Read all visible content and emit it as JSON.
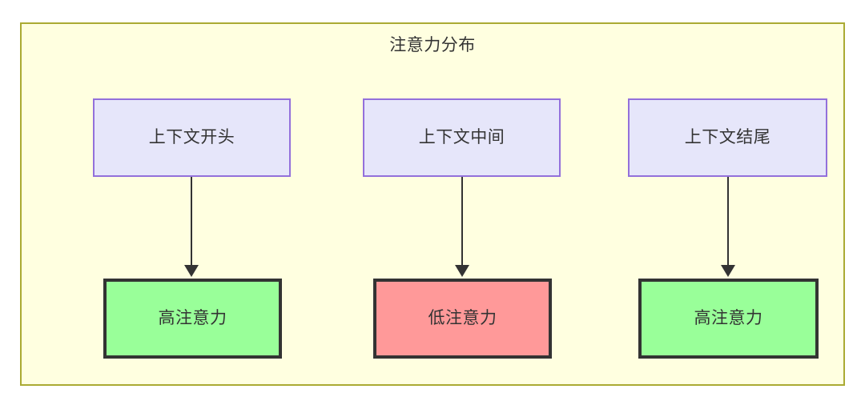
{
  "diagram": {
    "title": "注意力分布",
    "frame": {
      "fill": "#ffffe0",
      "border": "#aaaa33"
    },
    "context_nodes": [
      {
        "id": "ctx-start",
        "label": "上下文开头",
        "fill": "#e6e6fa",
        "border": "#9370db"
      },
      {
        "id": "ctx-middle",
        "label": "上下文中间",
        "fill": "#e6e6fa",
        "border": "#9370db"
      },
      {
        "id": "ctx-end",
        "label": "上下文结尾",
        "fill": "#e6e6fa",
        "border": "#9370db"
      }
    ],
    "attention_nodes": [
      {
        "id": "att-start",
        "label": "高注意力",
        "fill": "#99ff99",
        "border": "#333333"
      },
      {
        "id": "att-middle",
        "label": "低注意力",
        "fill": "#ff9999",
        "border": "#333333"
      },
      {
        "id": "att-end",
        "label": "高注意力",
        "fill": "#99ff99",
        "border": "#333333"
      }
    ],
    "edges": [
      {
        "id": "edge-start",
        "from": "ctx-start",
        "to": "att-start",
        "color": "#333333"
      },
      {
        "id": "edge-middle",
        "from": "ctx-middle",
        "to": "att-middle",
        "color": "#333333"
      },
      {
        "id": "edge-end",
        "from": "ctx-end",
        "to": "att-end",
        "color": "#333333"
      }
    ]
  }
}
